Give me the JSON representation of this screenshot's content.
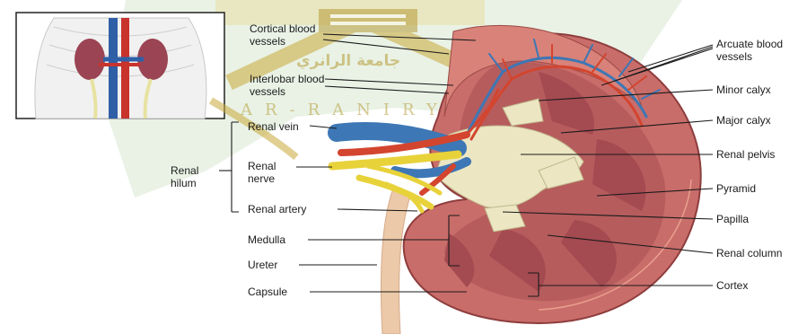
{
  "labels": {
    "cortical_blood_vessels": "Cortical blood vessels",
    "interlobar_blood_vessels": "Interlobar blood vessels",
    "renal_vein": "Renal vein",
    "renal_nerve": "Renal nerve",
    "renal_artery": "Renal artery",
    "renal_hilum": "Renal hilum",
    "medulla": "Medulla",
    "ureter": "Ureter",
    "capsule": "Capsule",
    "arcuate_blood_vessels": "Arcuate blood vessels",
    "minor_calyx": "Minor calyx",
    "major_calyx": "Major calyx",
    "renal_pelvis": "Renal pelvis",
    "pyramid": "Pyramid",
    "papilla": "Papilla",
    "renal_column": "Renal column",
    "cortex": "Cortex"
  },
  "watermark": {
    "arabic": "جامعة الرانري",
    "latin": "AR-RANIRY"
  },
  "colors": {
    "cortex": "#c96d6a",
    "medulla_pyramid": "#a84d52",
    "pelvis": "#ece6c2",
    "vein": "#3d77b5",
    "artery": "#d3452f",
    "nerve": "#e8d23a",
    "ureter": "#e9c7a8",
    "watermark": "#b79b37",
    "background_tint": "#d7e8cf"
  }
}
